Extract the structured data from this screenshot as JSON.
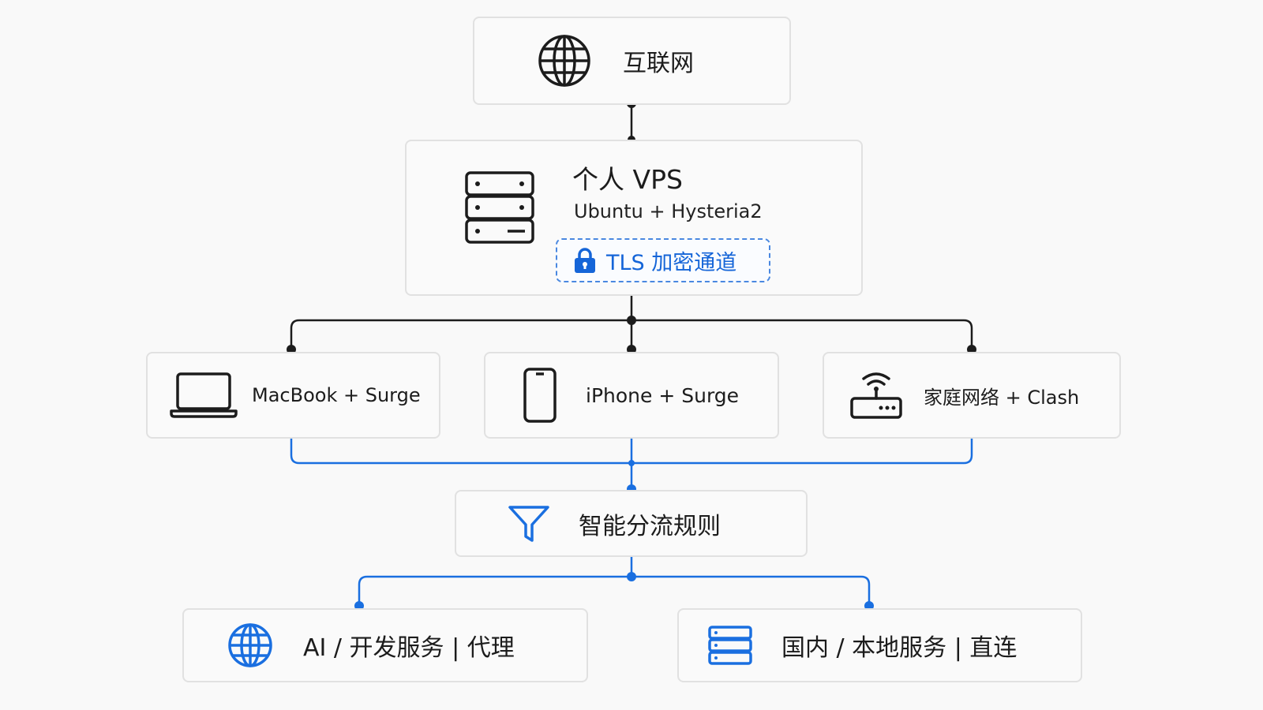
{
  "colors": {
    "black_wire": "#1c1c1c",
    "blue_wire": "#1a6fe0",
    "accent": "#1565d8",
    "node_border": "#e1e1e1",
    "background": "#f9f9f9"
  },
  "nodes": {
    "internet": {
      "label": "互联网",
      "icon": "globe-icon"
    },
    "vps": {
      "title": "个人 VPS",
      "subtitle": "Ubuntu + Hysteria2",
      "icon": "server-icon",
      "tunnel": {
        "label": "TLS 加密通道",
        "icon": "lock-icon"
      }
    },
    "clients": [
      {
        "label": "MacBook + Surge",
        "icon": "laptop-icon"
      },
      {
        "label": "iPhone + Surge",
        "icon": "smartphone-icon"
      },
      {
        "label": "家庭网络 + Clash",
        "icon": "router-icon"
      }
    ],
    "rules": {
      "label": "智能分流规则",
      "icon": "filter-icon"
    },
    "outputs": [
      {
        "label": "AI / 开发服务 | 代理",
        "icon": "globe-icon"
      },
      {
        "label": "国内 / 本地服务 | 直连",
        "icon": "server-stack-icon"
      }
    ]
  }
}
